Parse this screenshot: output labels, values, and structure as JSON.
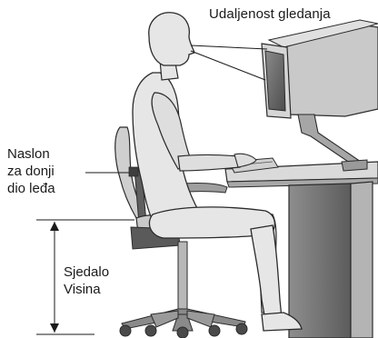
{
  "labels": {
    "viewing_distance": "Udaljenost gledanja",
    "lumbar_support": [
      "Naslon",
      "za donji",
      "dio leđa"
    ],
    "seat_height": [
      "Sjedalo",
      "Visina"
    ]
  },
  "colors": {
    "figure_fill": "#e4e4e4",
    "outline": "#2b2b2b",
    "chair_dark": "#6a6a6a",
    "chair_light": "#cfcfcf",
    "desk_top": "#d9d9d9",
    "desk_side": "#7a7a7a",
    "monitor_body": "#c8c8c8",
    "monitor_screen": "#6e6e6e"
  }
}
